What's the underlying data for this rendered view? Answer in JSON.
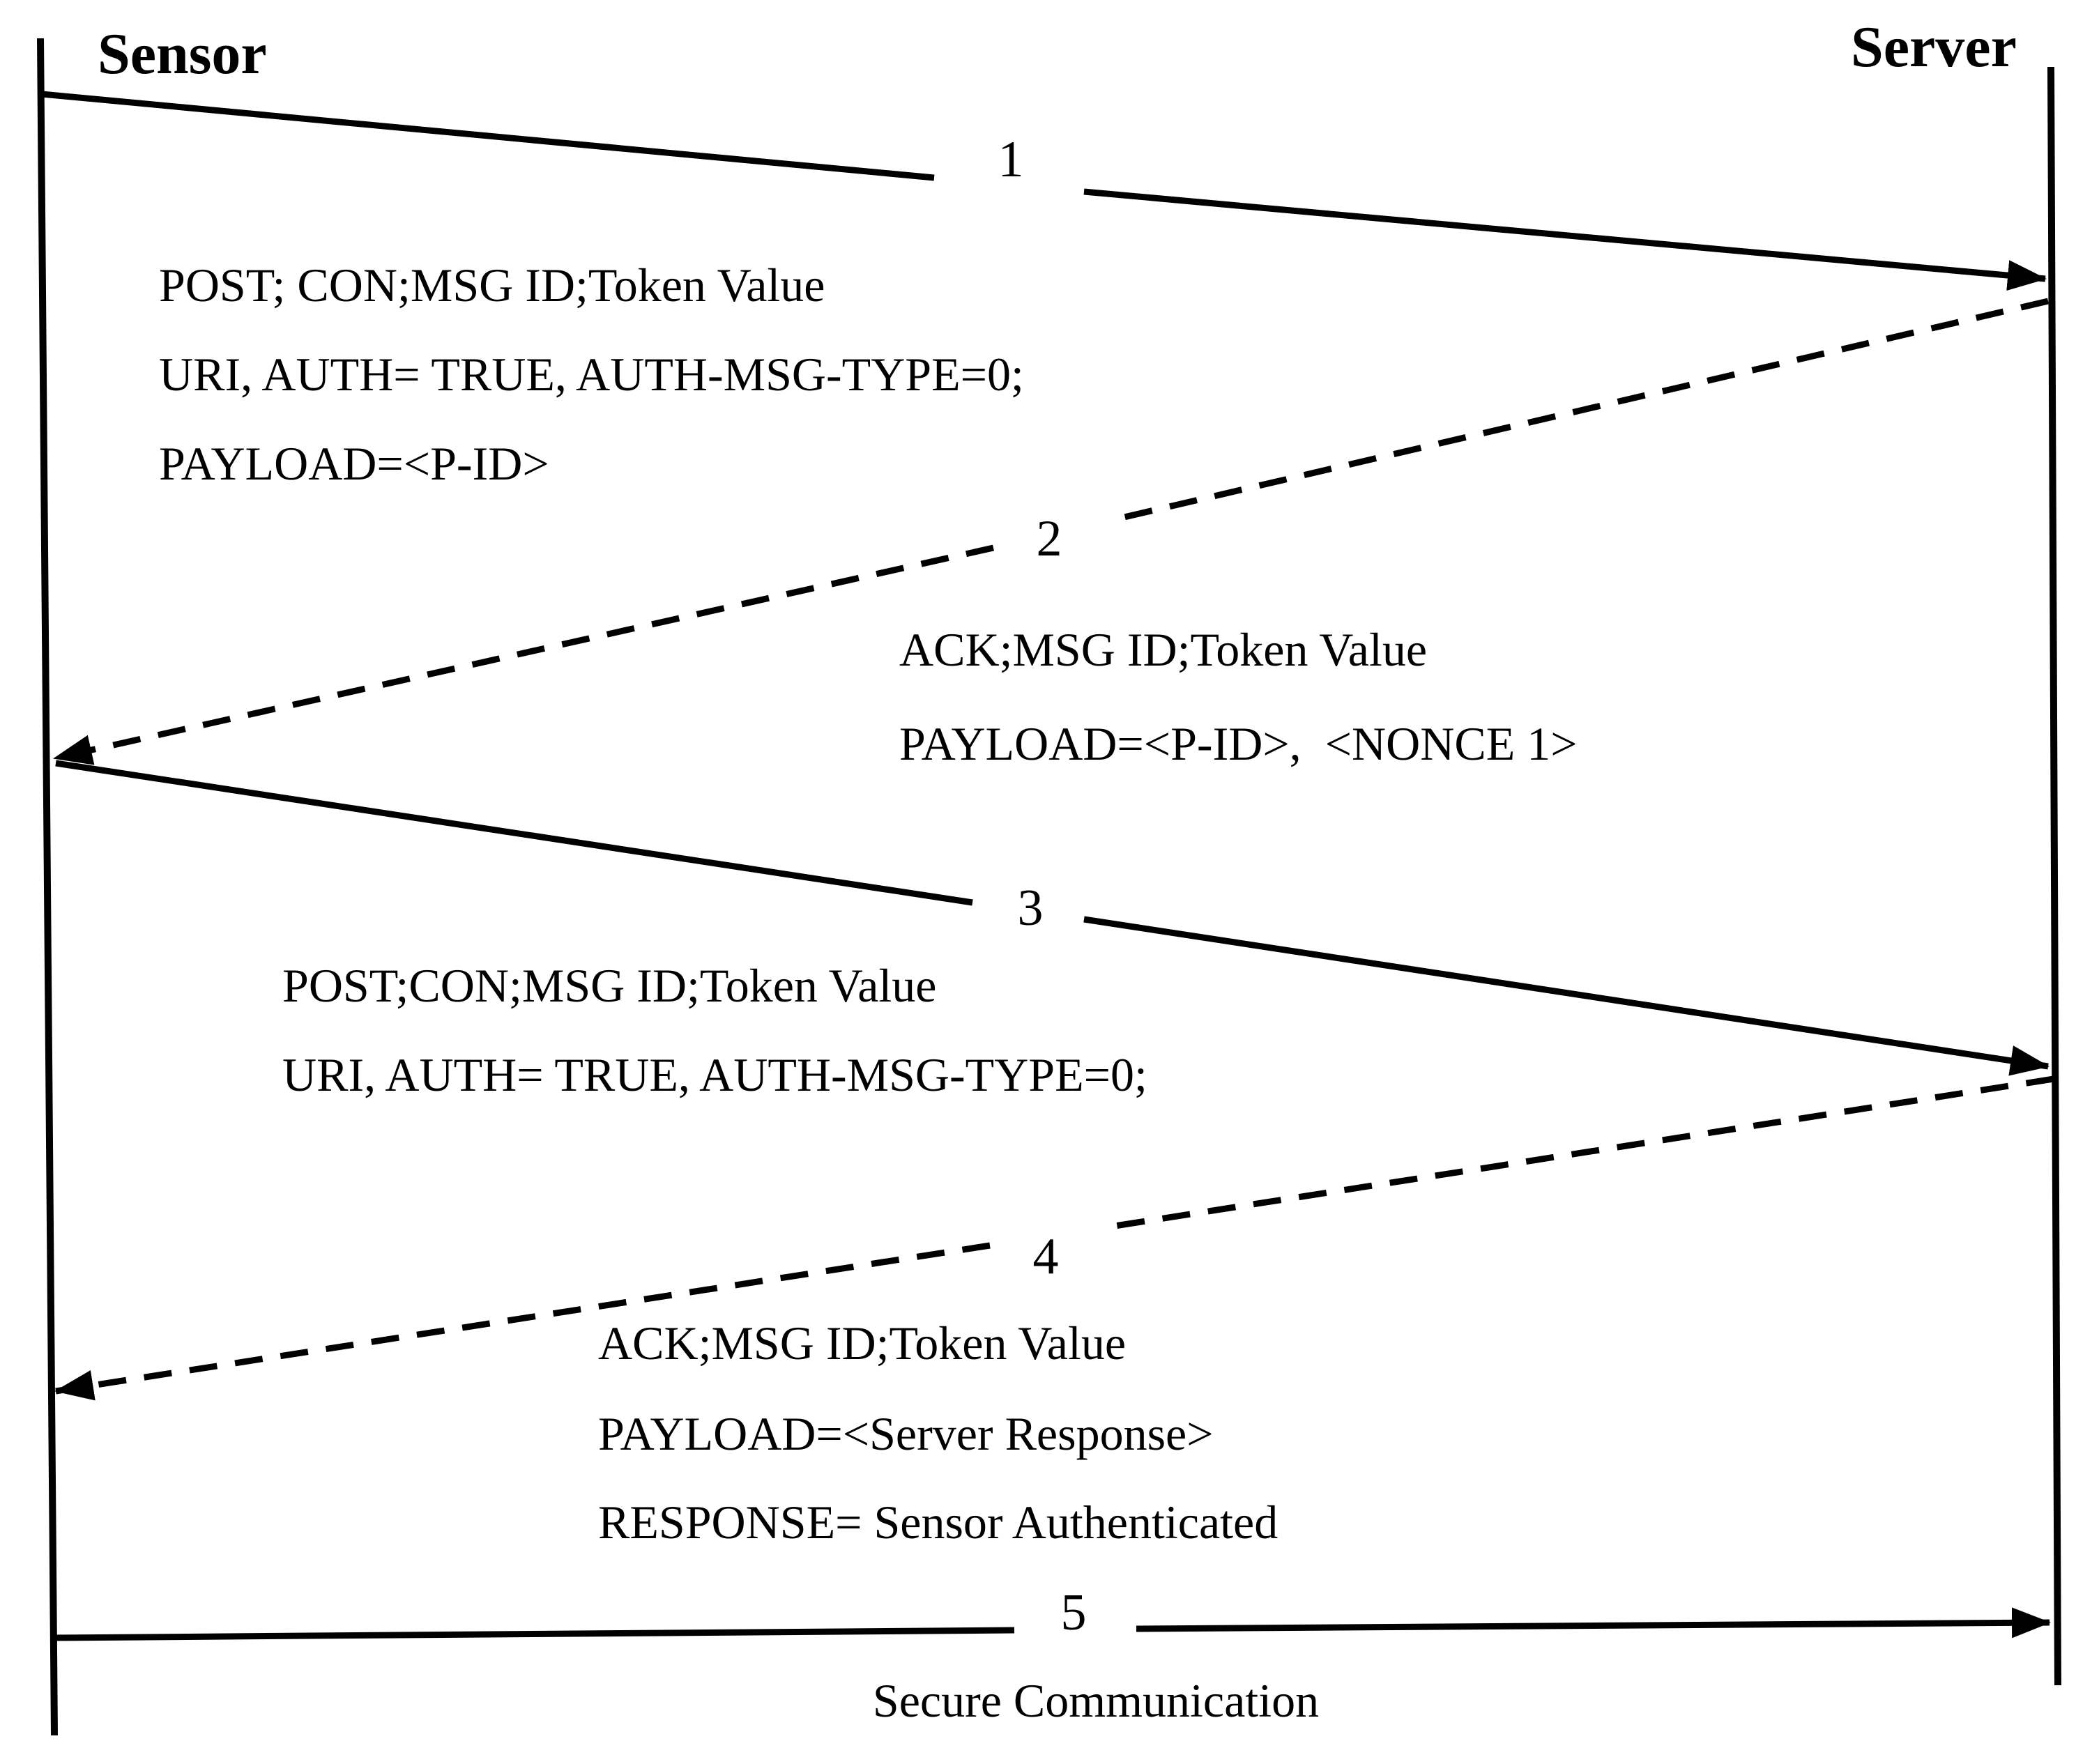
{
  "colors": {
    "ink": "#000000",
    "background": "#ffffff"
  },
  "actors": [
    {
      "name": "Sensor"
    },
    {
      "name": "Server"
    }
  ],
  "messages": [
    {
      "seq": "1",
      "from": "Sensor",
      "to": "Server",
      "style": "solid",
      "lines": [
        "POST; CON;MSG ID;Token Value",
        "URI, AUTH= TRUE, AUTH-MSG-TYPE=0;",
        "PAYLOAD=<P-ID>"
      ]
    },
    {
      "seq": "2",
      "from": "Server",
      "to": "Sensor",
      "style": "dashed",
      "lines": [
        "ACK;MSG ID;Token Value",
        "PAYLOAD=<P-ID>,  <NONCE 1>"
      ]
    },
    {
      "seq": "3",
      "from": "Sensor",
      "to": "Server",
      "style": "solid",
      "lines": [
        "POST;CON;MSG ID;Token Value",
        "URI, AUTH= TRUE, AUTH-MSG-TYPE=0;"
      ]
    },
    {
      "seq": "4",
      "from": "Server",
      "to": "Sensor",
      "style": "dashed",
      "lines": [
        "ACK;MSG ID;Token Value",
        "PAYLOAD=<Server Response>",
        "RESPONSE= Sensor Authenticated"
      ]
    },
    {
      "seq": "5",
      "from": "Sensor",
      "to": "Server",
      "style": "solid",
      "lines": [],
      "caption": "Secure Communication"
    }
  ]
}
